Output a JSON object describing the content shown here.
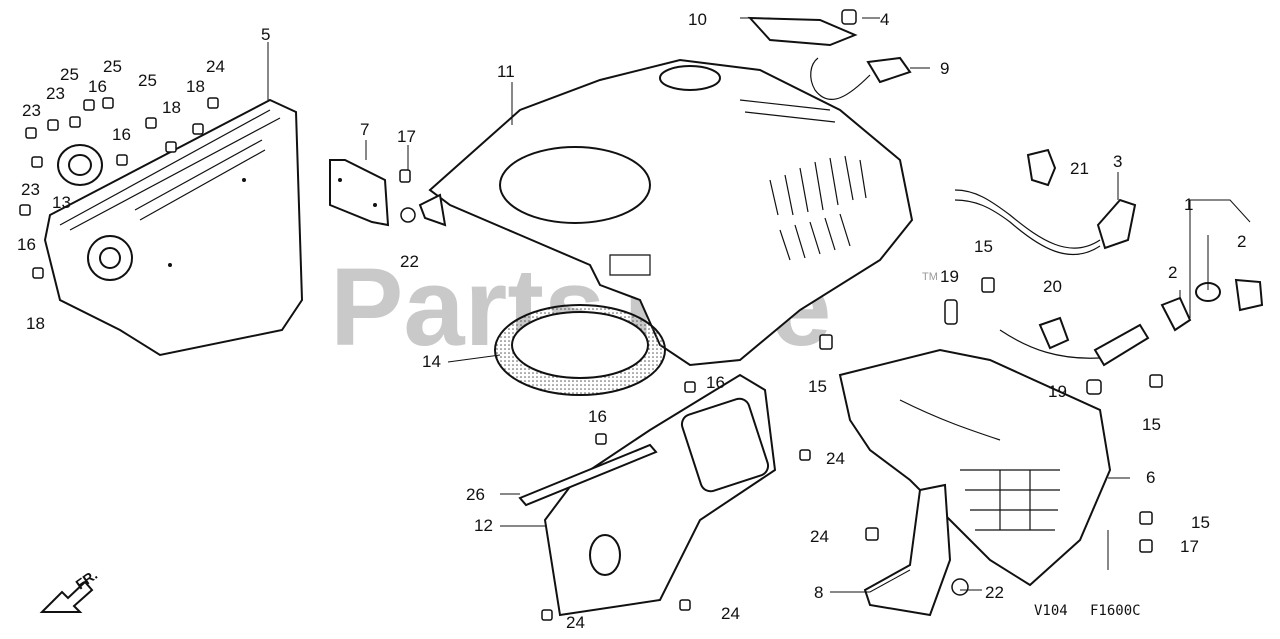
{
  "watermark": {
    "text": "PartsTree",
    "tm": "TM"
  },
  "diagram_code": "V104",
  "figure_code": "F1600C",
  "orientation_label": "FR.",
  "callouts": [
    {
      "id": "c1",
      "text": "1"
    },
    {
      "id": "c2a",
      "text": "2"
    },
    {
      "id": "c2b",
      "text": "2"
    },
    {
      "id": "c3",
      "text": "3"
    },
    {
      "id": "c4",
      "text": "4"
    },
    {
      "id": "c5",
      "text": "5"
    },
    {
      "id": "c6",
      "text": "6"
    },
    {
      "id": "c7",
      "text": "7"
    },
    {
      "id": "c8",
      "text": "8"
    },
    {
      "id": "c9",
      "text": "9"
    },
    {
      "id": "c10",
      "text": "10"
    },
    {
      "id": "c11",
      "text": "11"
    },
    {
      "id": "c12",
      "text": "12"
    },
    {
      "id": "c13",
      "text": "13"
    },
    {
      "id": "c14",
      "text": "14"
    },
    {
      "id": "c15a",
      "text": "15"
    },
    {
      "id": "c15b",
      "text": "15"
    },
    {
      "id": "c15c",
      "text": "15"
    },
    {
      "id": "c15d",
      "text": "15"
    },
    {
      "id": "c16a",
      "text": "16"
    },
    {
      "id": "c16b",
      "text": "16"
    },
    {
      "id": "c16c",
      "text": "16"
    },
    {
      "id": "c16d",
      "text": "16"
    },
    {
      "id": "c16e",
      "text": "16"
    },
    {
      "id": "c17a",
      "text": "17"
    },
    {
      "id": "c17b",
      "text": "17"
    },
    {
      "id": "c18a",
      "text": "18"
    },
    {
      "id": "c18b",
      "text": "18"
    },
    {
      "id": "c18c",
      "text": "18"
    },
    {
      "id": "c19a",
      "text": "19"
    },
    {
      "id": "c19b",
      "text": "19"
    },
    {
      "id": "c20",
      "text": "20"
    },
    {
      "id": "c21",
      "text": "21"
    },
    {
      "id": "c22a",
      "text": "22"
    },
    {
      "id": "c22b",
      "text": "22"
    },
    {
      "id": "c23a",
      "text": "23"
    },
    {
      "id": "c23b",
      "text": "23"
    },
    {
      "id": "c23c",
      "text": "23"
    },
    {
      "id": "c24a",
      "text": "24"
    },
    {
      "id": "c24b",
      "text": "24"
    },
    {
      "id": "c24c",
      "text": "24"
    },
    {
      "id": "c24d",
      "text": "24"
    },
    {
      "id": "c24e",
      "text": "24"
    },
    {
      "id": "c25a",
      "text": "25"
    },
    {
      "id": "c25b",
      "text": "25"
    },
    {
      "id": "c25c",
      "text": "25"
    },
    {
      "id": "c26",
      "text": "26"
    }
  ]
}
